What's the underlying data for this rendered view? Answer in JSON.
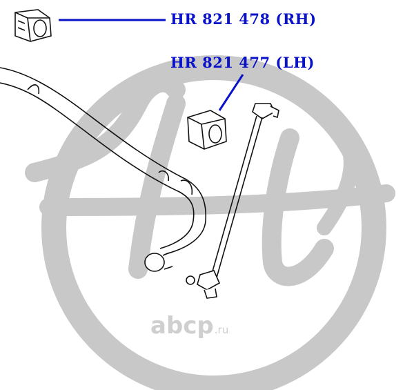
{
  "labels": {
    "rh": "HR 821 478 (RH)",
    "lh": "HR 821 477 (LH)"
  },
  "watermark": {
    "name": "abcp",
    "tld": ".ru"
  },
  "colors": {
    "label": "#0a12c8",
    "leader": "#0a12c8",
    "logo": "#c8c8c8",
    "line": "#111111",
    "watermark": "#cfcfcf"
  },
  "icons": {
    "logo": "hr-swirl-logo",
    "bushing": "bushing-icon",
    "bar": "stabilizer-bar",
    "link": "stabilizer-link"
  }
}
